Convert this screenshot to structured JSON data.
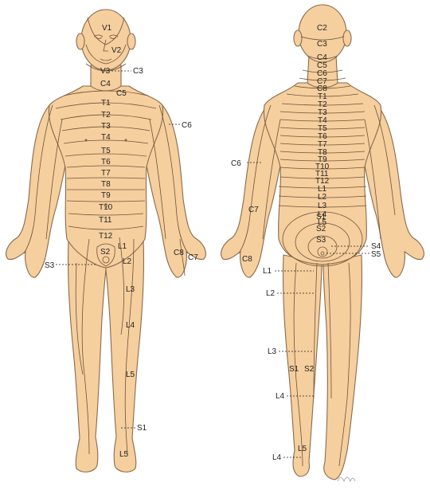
{
  "palette": {
    "skin": "#f6cf9f",
    "outline": "#8a6a48",
    "line": "#6e5236",
    "label": "#222222"
  },
  "front": {
    "inside": [
      "V1",
      "V2",
      "V3",
      "C4",
      "C5",
      "T1",
      "T2",
      "T3",
      "T4",
      "T5",
      "T6",
      "T7",
      "T8",
      "T9",
      "T10",
      "T11",
      "T12",
      "S2",
      "L1",
      "L2",
      "L3",
      "L4",
      "L5",
      "L5",
      "C8",
      "C7"
    ],
    "callouts": [
      "C3",
      "C6",
      "S3",
      "S1"
    ]
  },
  "back": {
    "inside": [
      "C2",
      "C3",
      "C4",
      "C5",
      "C6",
      "C7",
      "C8",
      "T1",
      "T2",
      "T3",
      "T4",
      "T5",
      "T6",
      "T7",
      "T8",
      "T9",
      "T10",
      "T11",
      "T12",
      "L1",
      "L2",
      "L3",
      "L4",
      "L5",
      "S1",
      "S2",
      "S3",
      "S1",
      "S2",
      "L5"
    ],
    "callouts": [
      "C6",
      "C7",
      "C8",
      "S4",
      "S5",
      "L1",
      "L2",
      "L3",
      "L4",
      "L4"
    ]
  },
  "signature": "0.B.B"
}
